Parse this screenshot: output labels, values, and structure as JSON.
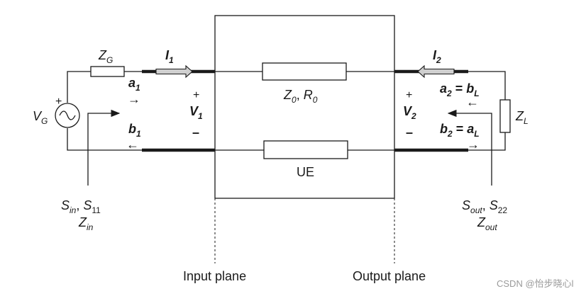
{
  "diagram": {
    "source": {
      "name_main": "V",
      "name_sub": "G",
      "plus": "+"
    },
    "source_impedance": {
      "main": "Z",
      "sub": "G"
    },
    "load_impedance": {
      "main": "Z",
      "sub": "L"
    },
    "currents": {
      "i1": {
        "main": "I",
        "sub": "1"
      },
      "i2": {
        "main": "I",
        "sub": "2"
      }
    },
    "port1": {
      "a1": {
        "main": "a",
        "sub": "1",
        "arrow": "→"
      },
      "b1": {
        "main": "b",
        "sub": "1",
        "arrow": "←"
      },
      "v1": {
        "main": "V",
        "sub": "1",
        "plus": "+",
        "minus": "–"
      }
    },
    "port2": {
      "a2": {
        "lhs_main": "a",
        "lhs_sub": "2",
        "eq": " = ",
        "rhs_main": "b",
        "rhs_sub": "L",
        "arrow": "←"
      },
      "b2": {
        "lhs_main": "b",
        "lhs_sub": "2",
        "eq": " = ",
        "rhs_main": "a",
        "rhs_sub": "L",
        "arrow": "→"
      },
      "v2": {
        "main": "V",
        "sub": "2",
        "plus": "+",
        "minus": "–"
      }
    },
    "line": {
      "top": {
        "z0_main": "Z",
        "z0_sub": "0",
        "sep": ", ",
        "r0_main": "R",
        "r0_sub": "0"
      },
      "bottom": {
        "label": "UE"
      }
    },
    "input_params": {
      "sin_main": "S",
      "sin_sub": "in",
      "sep": ", ",
      "s11_main": "S",
      "s11_sub": "11",
      "zin_main": "Z",
      "zin_sub": "in"
    },
    "output_params": {
      "sout_main": "S",
      "sout_sub": "out",
      "sep": ", ",
      "s22_main": "S",
      "s22_sub": "22",
      "zout_main": "Z",
      "zout_sub": "out"
    },
    "planes": {
      "input": "Input plane",
      "output": "Output plane"
    },
    "watermark": "CSDN @怡步晓心l"
  }
}
